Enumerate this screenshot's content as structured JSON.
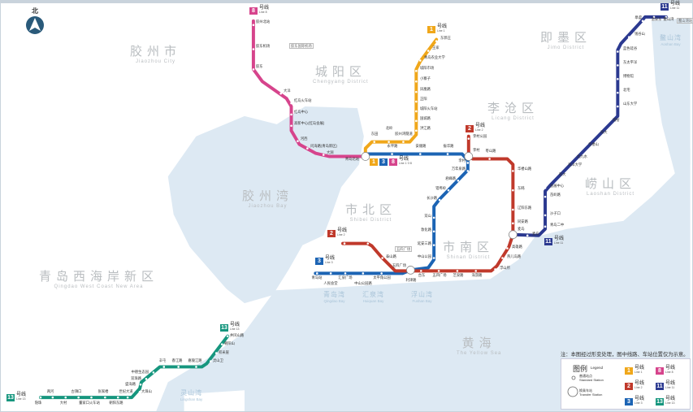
{
  "compass": {
    "north": "北"
  },
  "districts": [
    {
      "cn": "胶州市",
      "en": "Jiaozhou City"
    },
    {
      "cn": "城阳区",
      "en": "Chengyang District"
    },
    {
      "cn": "即墨区",
      "en": "Jimo District"
    },
    {
      "cn": "李沧区",
      "en": "Licang District"
    },
    {
      "cn": "崂山区",
      "en": "Laoshan District"
    },
    {
      "cn": "市北区",
      "en": "Shibei District"
    },
    {
      "cn": "市南区",
      "en": "Shinan District"
    },
    {
      "cn": "青岛西海岸新区",
      "en": "Qingdao West Coast New Area"
    }
  ],
  "waters": [
    {
      "cn": "胶州湾",
      "en": "Jiaozhou Bay"
    },
    {
      "cn": "黄海",
      "en": "The Yellow Sea"
    },
    {
      "cn": "青岛湾",
      "en": "Qingdao Bay"
    },
    {
      "cn": "汇泉湾",
      "en": "Huiquan Bay"
    },
    {
      "cn": "浮山湾",
      "en": "Fushan Bay"
    },
    {
      "cn": "灵山湾",
      "en": "Lingshan Bay"
    },
    {
      "cn": "鳌山湾",
      "en": "Aoshan Bay"
    }
  ],
  "lines": {
    "l1": {
      "num": "1",
      "cn": "号线",
      "en": "Line 1",
      "color": "#f0a71a",
      "stations": [
        "东郭庄",
        "王家",
        "青岛农业大学",
        "城阳市场",
        "小寨子",
        "凤凰路",
        "正阳",
        "城阳火车站",
        "国城路",
        "洪江路",
        "胶州湾隧道",
        "北岭",
        "东田"
      ]
    },
    "l8": {
      "num": "8",
      "cn": "号线",
      "en": "Line 8",
      "color": "#d6448c",
      "stations": [
        "胶州北站",
        "胶东机场",
        "胶东",
        "大洋",
        "红岛火车站",
        "红岛中心",
        "高新中心(红岛会展)",
        "河西",
        "问海路(青岛新区)",
        "大涧",
        "青岛北站"
      ]
    },
    "l3": {
      "num": "3",
      "cn": "号线",
      "en": "Line 3",
      "color": "#1c64b4",
      "stations": [
        "永平路",
        "安顺路",
        "振华路",
        "李村",
        "万年泉路",
        "君峰路",
        "错埠岭",
        "长沙路",
        "双山",
        "敦化路",
        "延安三路",
        "中山公园",
        "五四广场",
        "太平角公园",
        "中山公园路",
        "汇泉广场",
        "人民会堂",
        "青岛站"
      ]
    },
    "l2": {
      "num": "2",
      "cn": "号线",
      "en": "Line 2",
      "color": "#c0392b",
      "stations": [
        "李村公园",
        "李村",
        "枣山路",
        "华楼山路",
        "东韩",
        "辽阳东路",
        "同安路",
        "麦岛",
        "高雄路",
        "燕儿岛路",
        "浮山所",
        "海游路",
        "芝泉路",
        "五四广场",
        "台东",
        "利津路",
        "泰山路"
      ]
    },
    "l11": {
      "num": "11",
      "cn": "号线",
      "en": "Line 11",
      "color": "#2b3990",
      "stations": [
        "鳌山湾",
        "温泉东",
        "皋虞",
        "钱谷山",
        "蓝色硅谷",
        "东太平洋",
        "博物馆",
        "北宅",
        "山东大学",
        "南窑",
        "海大",
        "华楼山",
        "北九水",
        "海洋大学",
        "科大",
        "会展中心",
        "苗岭路",
        "沙子口",
        "青岛二中",
        "麦岛"
      ]
    },
    "l13": {
      "num": "13",
      "cn": "号线",
      "en": "Line 13",
      "color": "#16967e",
      "stations": [
        "井冈山路",
        "朝阳山",
        "积米崖",
        "灵山卫",
        "嘉陵江路",
        "香江路",
        "辛屯",
        "中德生态园",
        "双珠路",
        "盛海路",
        "大珠山",
        "世纪大道",
        "朝阳东路",
        "张家楼",
        "董家口火车站",
        "古镇口",
        "大村",
        "两河",
        "隐珠"
      ]
    }
  },
  "junction_labels": {
    "l138_cn": "号线",
    "l138_en": "Line 1·3·8",
    "nums": [
      "1",
      "3",
      "8"
    ]
  },
  "side_notes": {
    "airport_label": "胶东国际机场",
    "area_label": "五四广场",
    "terminal": "鳌山湾站"
  },
  "note": "注：本图经过形变处理，图中线路、车站位置仅为示意。",
  "legend": {
    "title": "图例",
    "title_en": "Legend",
    "standard_cn": "普通站点",
    "standard_en": "Standard Station",
    "transfer_cn": "换乘车站",
    "transfer_en": "Transfer Station",
    "items": [
      {
        "num": "1",
        "cn": "号线",
        "en": "Line 1",
        "color": "#f0a71a"
      },
      {
        "num": "8",
        "cn": "号线",
        "en": "Line 8",
        "color": "#d6448c"
      },
      {
        "num": "2",
        "cn": "号线",
        "en": "Line 2",
        "color": "#c0392b"
      },
      {
        "num": "11",
        "cn": "号线",
        "en": "Line 11",
        "color": "#2b3990"
      },
      {
        "num": "3",
        "cn": "号线",
        "en": "Line 3",
        "color": "#1c64b4"
      },
      {
        "num": "13",
        "cn": "号线",
        "en": "Line 13",
        "color": "#16967e"
      }
    ]
  }
}
